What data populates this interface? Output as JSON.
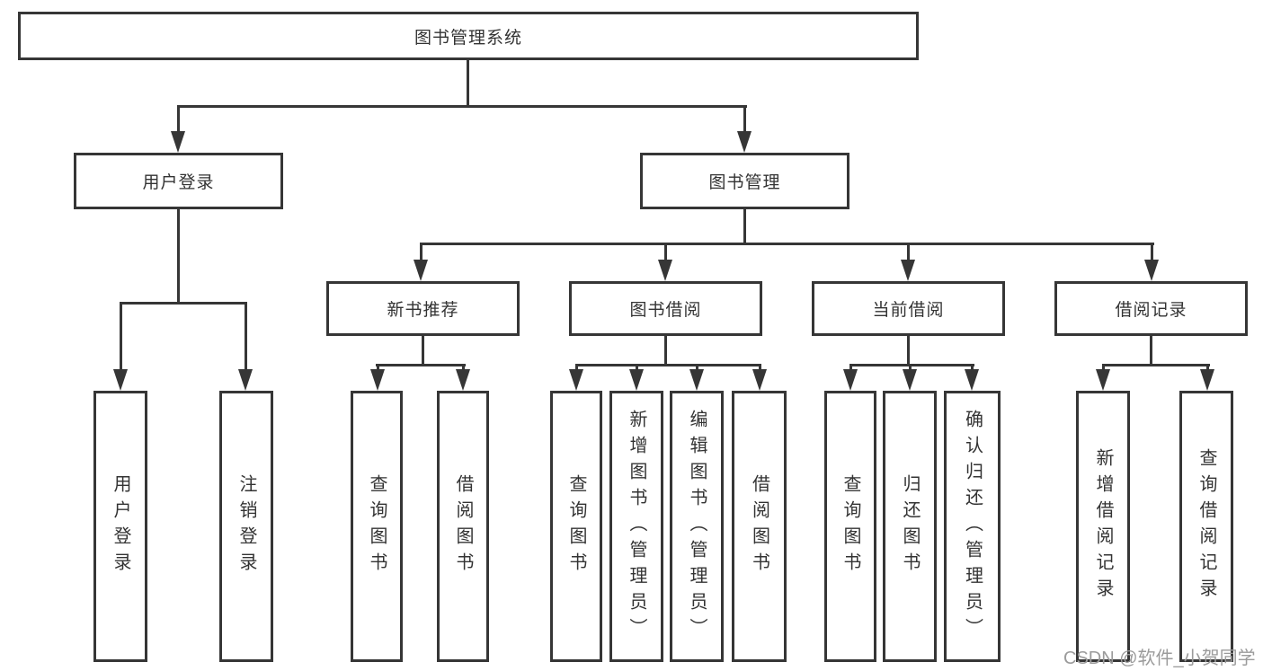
{
  "nodes": {
    "root": "图书管理系统",
    "user_login": "用户登录",
    "book_management": "图书管理",
    "new_book_recommend": "新书推荐",
    "book_borrow": "图书借阅",
    "current_borrow": "当前借阅",
    "borrow_records": "借阅记录",
    "leaf_user_login": "用户登录",
    "leaf_logout": "注销登录",
    "leaf_nb_query": "查询图书",
    "leaf_nb_borrow": "借阅图书",
    "leaf_bb_query": "查询图书",
    "leaf_bb_add": "新增图书（管理员）",
    "leaf_bb_edit": "编辑图书（管理员）",
    "leaf_bb_borrow": "借阅图书",
    "leaf_cb_query": "查询图书",
    "leaf_cb_return": "归还图书",
    "leaf_cb_confirm": "确认归还（管理员）",
    "leaf_br_add": "新增借阅记录",
    "leaf_br_query": "查询借阅记录"
  },
  "watermark": "CSDN @软件_小贺同学",
  "colors": {
    "line": "#363636",
    "text": "#333333",
    "watermark": "#9b9b9b",
    "background": "#ffffff"
  }
}
